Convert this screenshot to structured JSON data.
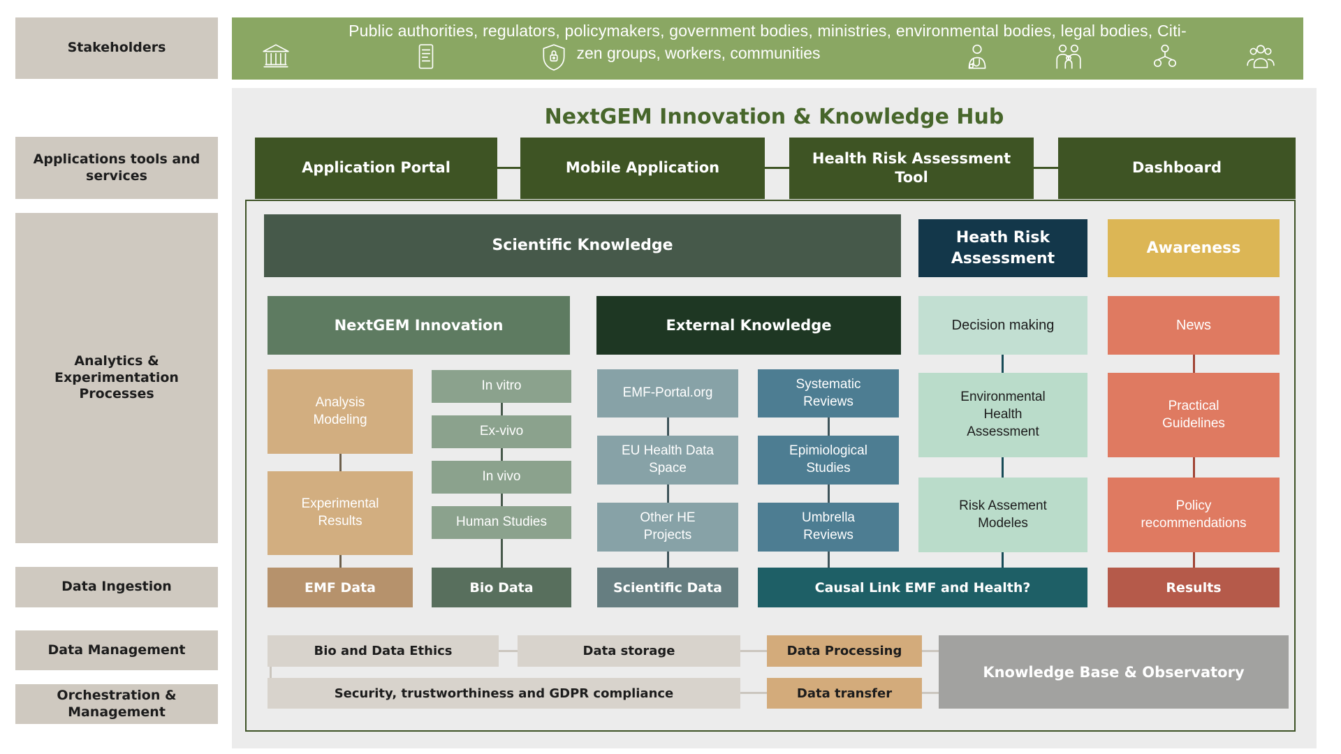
{
  "palette": {
    "side_label_bg": "#cfc9c0",
    "banner_green": "#8aa763",
    "panel_gray": "#ececec",
    "title_green": "#47662b",
    "app_green": "#3e5424",
    "container_border": "#3d5226",
    "sci_knowledge_green": "#46594a",
    "heath_navy": "#13374a",
    "awareness_gold": "#dcb655",
    "nextgem_sage": "#5e7b61",
    "external_darkgreen": "#1e3723",
    "mint_light": "#c2dfd2",
    "mint_chip": "#badcca",
    "salmon": "#df7a61",
    "tan_chip": "#d2ae80",
    "sage_chip": "#8ba28d",
    "grayblue_chip": "#87a2a7",
    "steel_chip": "#4d7d92",
    "emf_data_tan": "#b6926c",
    "bio_data_green": "#586f5d",
    "sci_data_slate": "#667e81",
    "causal_teal": "#1e5f66",
    "results_red": "#b55a4a",
    "mgmt_light": "#d8d3cc",
    "mgmt_tan": "#d3ab7b",
    "kb_gray": "#a2a2a0",
    "conn_tan": "#6d5f4b",
    "conn_sage": "#47594b",
    "conn_slate": "#3e545a",
    "conn_teal": "#174b57",
    "conn_red": "#a04334",
    "conn_mgmt": "#cbc6be"
  },
  "stakeholders_banner": {
    "line1": "Public authorities, regulators, policymakers, government bodies, ministries, environmental bodies, legal bodies, Citi-",
    "line2": "zen groups, workers, communities",
    "icons": [
      "institution",
      "document",
      "shield-lock",
      "doctor",
      "family",
      "organization",
      "community"
    ]
  },
  "side_labels": {
    "stakeholders": "Stakeholders",
    "applications": "Applications tools and services",
    "analytics": "Analytics & Experimentation Processes",
    "data_ingestion": "Data Ingestion",
    "data_management": "Data Management",
    "orchestration": "Orchestration & Management"
  },
  "hub": {
    "title": "NextGEM Innovation & Knowledge Hub",
    "apps": [
      "Application Portal",
      "Mobile Application",
      "Health Risk Assessment Tool",
      "Dashboard"
    ],
    "sections": {
      "scientific_knowledge": "Scientific Knowledge",
      "heath_risk_assessment": "Heath Risk Assessment",
      "awareness": "Awareness"
    },
    "groups": {
      "nextgem_innovation": "NextGEM Innovation",
      "external_knowledge": "External Knowledge"
    },
    "tan_column": [
      "Analysis Modeling",
      "Experimental Results"
    ],
    "bio_column": [
      "In vitro",
      "Ex-vivo",
      "In vivo",
      "Human Studies"
    ],
    "sources_column": [
      "EMF-Portal.org",
      "EU Health Data Space",
      "Other HE Projects"
    ],
    "reviews_column": [
      "Systematic Reviews",
      "Epimiological Studies",
      "Umbrella Reviews"
    ],
    "risk_column": [
      "Decision making",
      "Environmental Health Assessment",
      "Risk Assement Modeles"
    ],
    "awareness_column": [
      "News",
      "Practical Guidelines",
      "Policy recommendations"
    ],
    "data_ingestion": [
      "EMF Data",
      "Bio Data",
      "Scientific Data",
      "Causal Link EMF and Health?",
      "Results"
    ],
    "management": {
      "bio_ethics": "Bio and Data Ethics",
      "data_storage": "Data storage",
      "data_processing": "Data Processing",
      "knowledge_base": "Knowledge Base & Observatory",
      "security": "Security, trustworthiness and GDPR compliance",
      "data_transfer": "Data transfer"
    }
  }
}
